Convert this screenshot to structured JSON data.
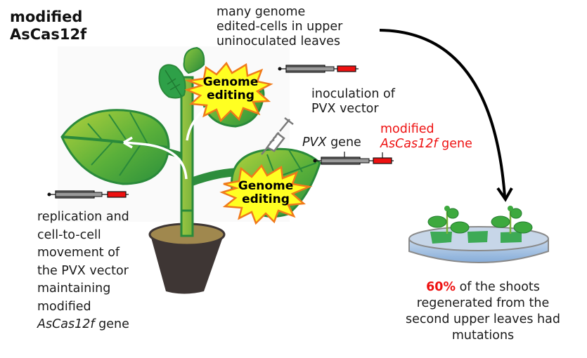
{
  "title": {
    "line1": "modified",
    "line2": "AsCas12f"
  },
  "labels": {
    "upper_leaves": [
      "many genome",
      "edited-cells in upper",
      "uninoculated leaves"
    ],
    "inoculation": [
      "inoculation of",
      "PVX vector"
    ],
    "pvx_gene": {
      "italic": "PVX",
      "rest": " gene"
    },
    "modified_gene": {
      "line1": "modified",
      "italic": "AsCas12f",
      "rest": " gene"
    },
    "replication": [
      "replication and",
      "cell-to-cell",
      "movement of",
      "the PVX vector",
      "maintaining",
      "modified"
    ],
    "replication_last": {
      "italic": "AsCas12f",
      "rest": " gene"
    },
    "burst_upper": [
      "Genome",
      "editing"
    ],
    "burst_lower": [
      "Genome",
      "editing"
    ],
    "result": {
      "highlight": "60%",
      "line1_rest": " of the shoots",
      "line2": "regenerated from the",
      "line3": "second upper leaves had",
      "line4": "mutations"
    }
  },
  "colors": {
    "accent_red": "#ee1111",
    "leaf_dark": "#2a8a3a",
    "leaf_light": "#a8cc3a",
    "burst_fill": "#ffff22",
    "burst_edge": "#f07a1a",
    "pot": "#3e3634",
    "soil": "#a0884e",
    "dish": "#9dbde0",
    "gene_gray": "#8a8a8a"
  }
}
